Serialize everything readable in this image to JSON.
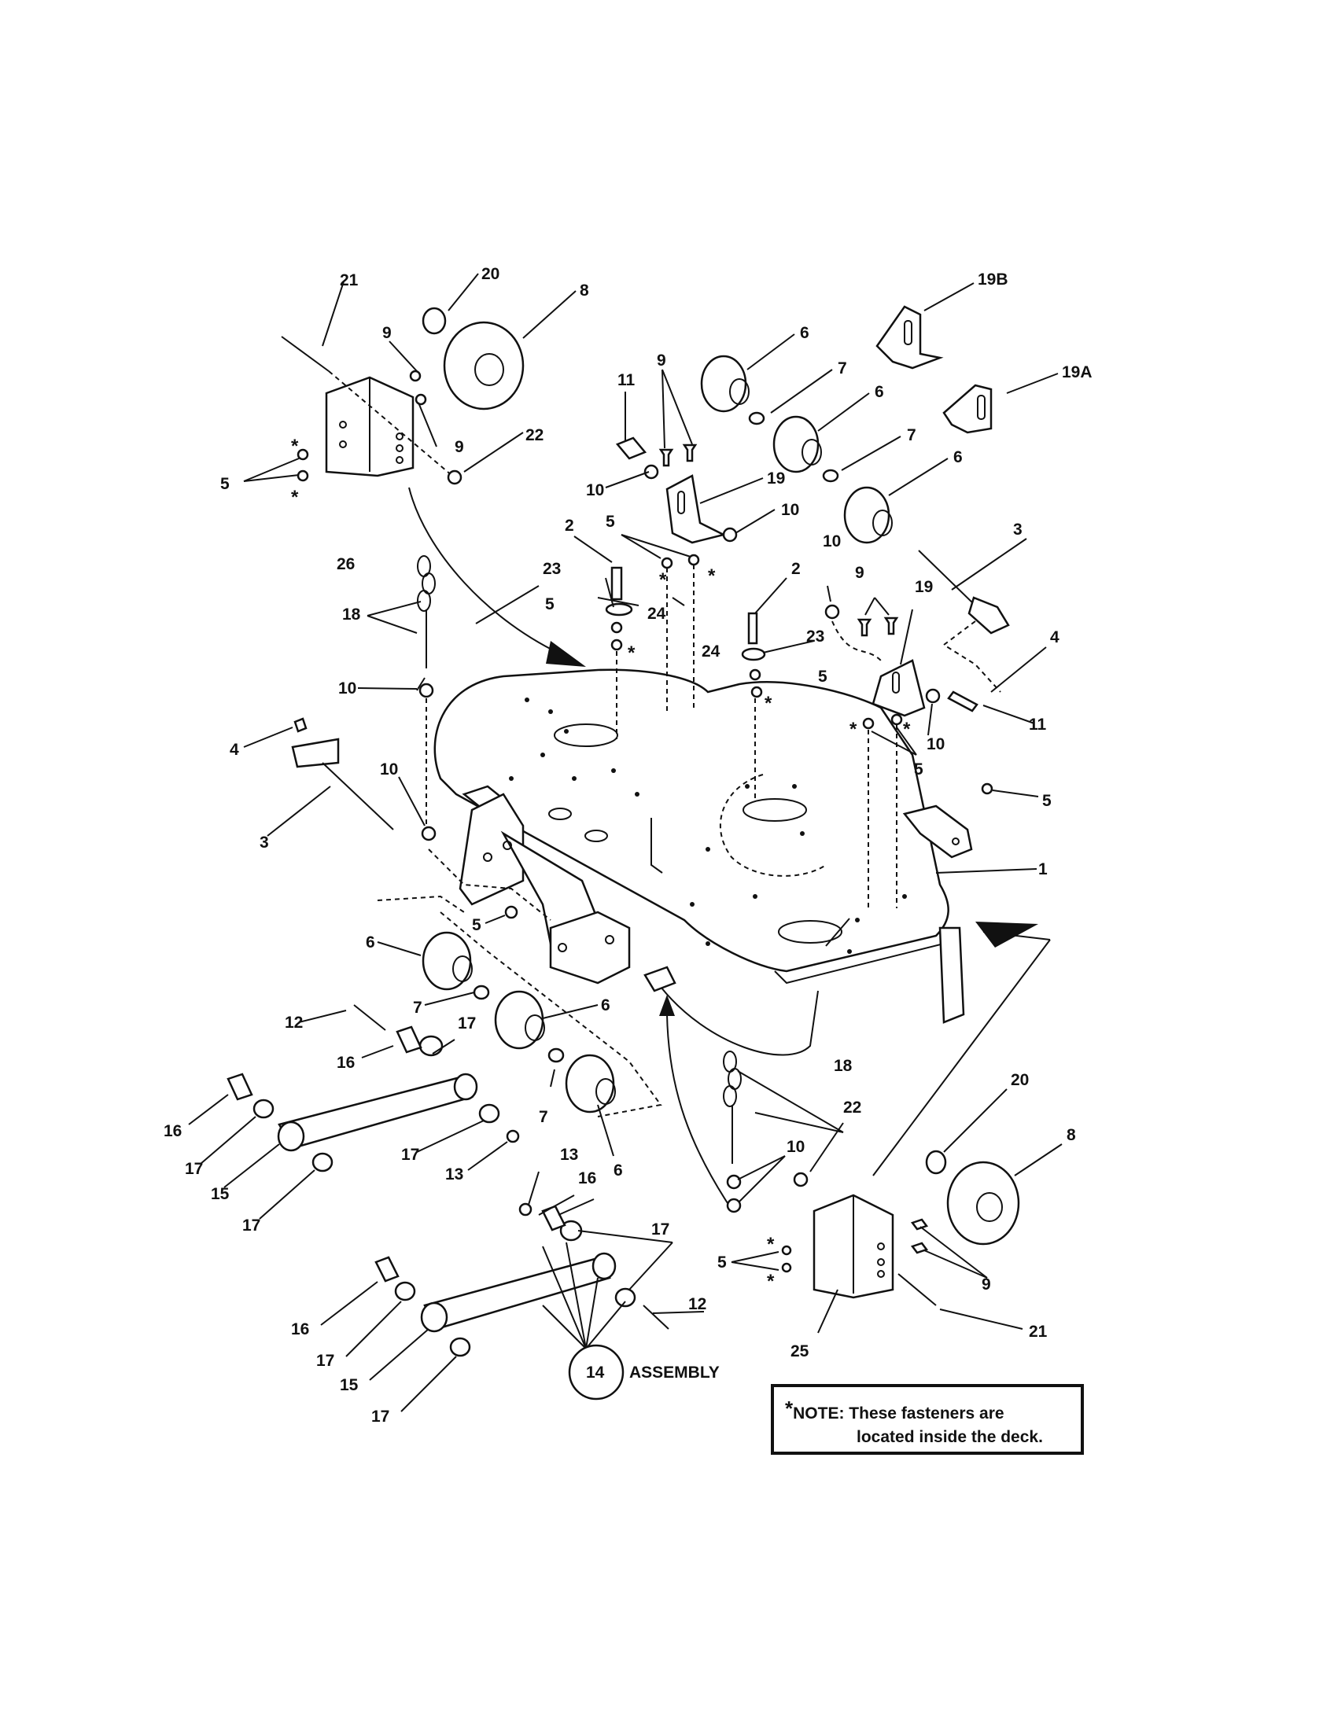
{
  "labels": {
    "l1": "1",
    "l2a": "2",
    "l2b": "2",
    "l3a": "3",
    "l3b": "3",
    "l4a": "4",
    "l4b": "4",
    "l5a": "5",
    "l5b": "5",
    "l5c": "5",
    "l5d": "5",
    "l5e": "5",
    "l5f": "5",
    "l5g": "5",
    "l5h": "5",
    "l6a": "6",
    "l6b": "6",
    "l6c": "6",
    "l6d": "6",
    "l6e": "6",
    "l6f": "6",
    "l7a": "7",
    "l7b": "7",
    "l7c": "7",
    "l7d": "7",
    "l8a": "8",
    "l8b": "8",
    "l9a": "9",
    "l9b": "9",
    "l9c": "9",
    "l9d": "9",
    "l9e": "9",
    "l10a": "10",
    "l10b": "10",
    "l10c": "10",
    "l10d": "10",
    "l10e": "10",
    "l10f": "10",
    "l10g": "10",
    "l11a": "11",
    "l11b": "11",
    "l12a": "12",
    "l12b": "12",
    "l13a": "13",
    "l13b": "13",
    "l14": "14",
    "l15a": "15",
    "l15b": "15",
    "l16a": "16",
    "l16b": "16",
    "l16c": "16",
    "l16d": "16",
    "l17a": "17",
    "l17b": "17",
    "l17c": "17",
    "l17d": "17",
    "l17e": "17",
    "l17f": "17",
    "l17g": "17",
    "l18a": "18",
    "l18b": "18",
    "l19a": "19",
    "l19b": "19",
    "l19A": "19A",
    "l19B": "19B",
    "l20a": "20",
    "l20b": "20",
    "l21a": "21",
    "l21b": "21",
    "l22a": "22",
    "l22b": "22",
    "l23a": "23",
    "l23b": "23",
    "l24a": "24",
    "l24b": "24",
    "l25": "25",
    "l26": "26",
    "assembly": "ASSEMBLY",
    "asterisk": "*"
  },
  "note": {
    "symbol": "*",
    "line1": "NOTE: These fasteners are",
    "line2": "located inside the deck."
  }
}
